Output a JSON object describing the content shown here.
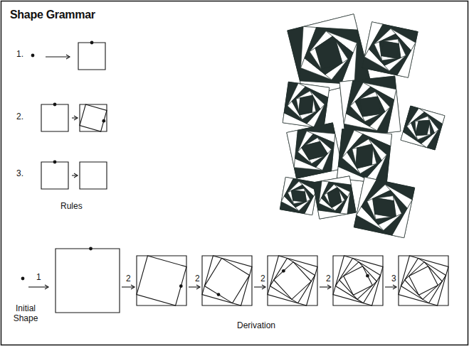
{
  "diagram": {
    "title": "Shape Grammar",
    "labels": [
      "1.",
      "2.",
      "3.",
      "Rules",
      "1",
      "2",
      "2",
      "2",
      "2",
      "3",
      "Initial Shape",
      "Derivation"
    ]
  }
}
